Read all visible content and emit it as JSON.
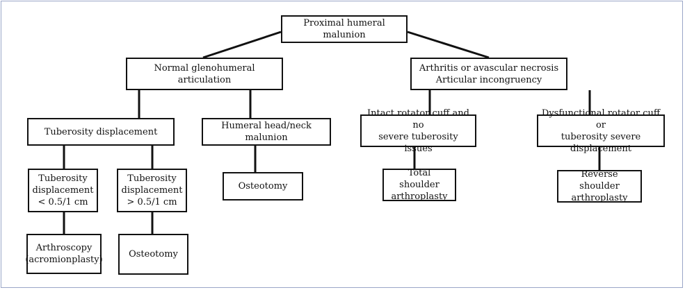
{
  "colors": {
    "box_border": "#111111",
    "text": "#111111",
    "frame_border": "#9aa6c8",
    "background": "#ffffff"
  },
  "nodes": {
    "root": "Proximal humeral malunion",
    "normal": "Normal glenohumeral articulation",
    "arthritis": "Arthritis or avascular necrosis\nArticular incongruency",
    "tuberosity": "Tuberosity displacement",
    "headneck": "Humeral head/neck malunion",
    "intact": "Intact rotator cuff and no\nsevere tuberosity issues",
    "dysfunctional": "Dysfunctional rotator cuff or\ntuberosity severe displacement",
    "tub_small": "Tuberosity\ndisplacement\n< 0.5/1 cm",
    "tub_large": "Tuberosity\ndisplacement\n> 0.5/1 cm",
    "osteotomy_head": "Osteotomy",
    "total": "Total shoulder\narthroplasty",
    "reverse": "Reverse shoulder\narthroplasty",
    "arthroscopy": "Arthroscopy\n(acromionplasty)",
    "osteotomy_tub": "Osteotomy"
  }
}
